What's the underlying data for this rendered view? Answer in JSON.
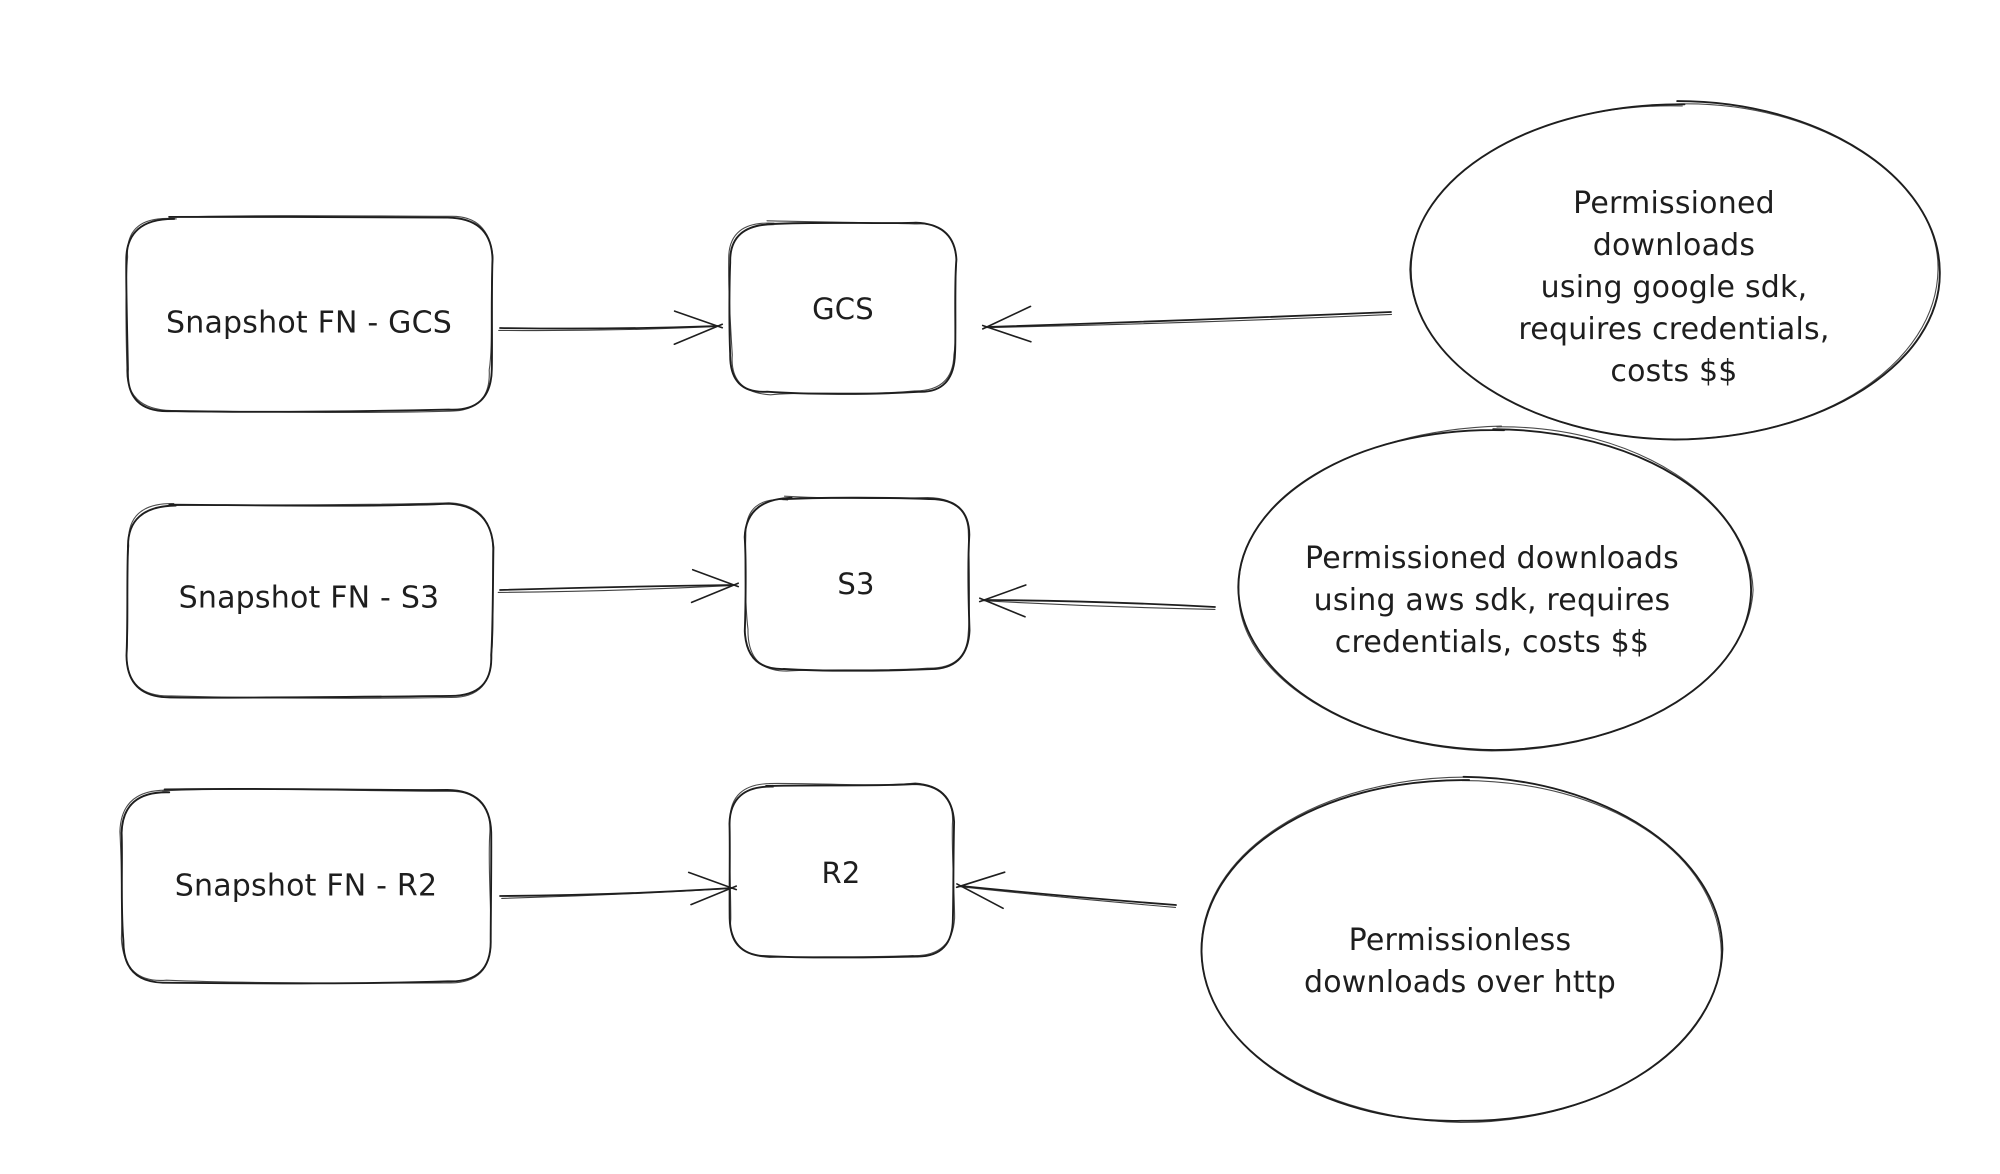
{
  "diagram": {
    "background_color": "#ffffff",
    "stroke_color": "#1e1e1e",
    "rows": [
      {
        "source_label": "Snapshot FN - GCS",
        "target_label": "GCS",
        "note": "Permissioned downloads\nusing google sdk,\nrequires credentials,\ncosts $$"
      },
      {
        "source_label": "Snapshot FN - S3",
        "target_label": "S3",
        "note": "Permissioned downloads\nusing aws sdk, requires\ncredentials, costs $$"
      },
      {
        "source_label": "Snapshot FN - R2",
        "target_label": "R2",
        "note": "Permissionless\ndownloads over http"
      }
    ]
  }
}
